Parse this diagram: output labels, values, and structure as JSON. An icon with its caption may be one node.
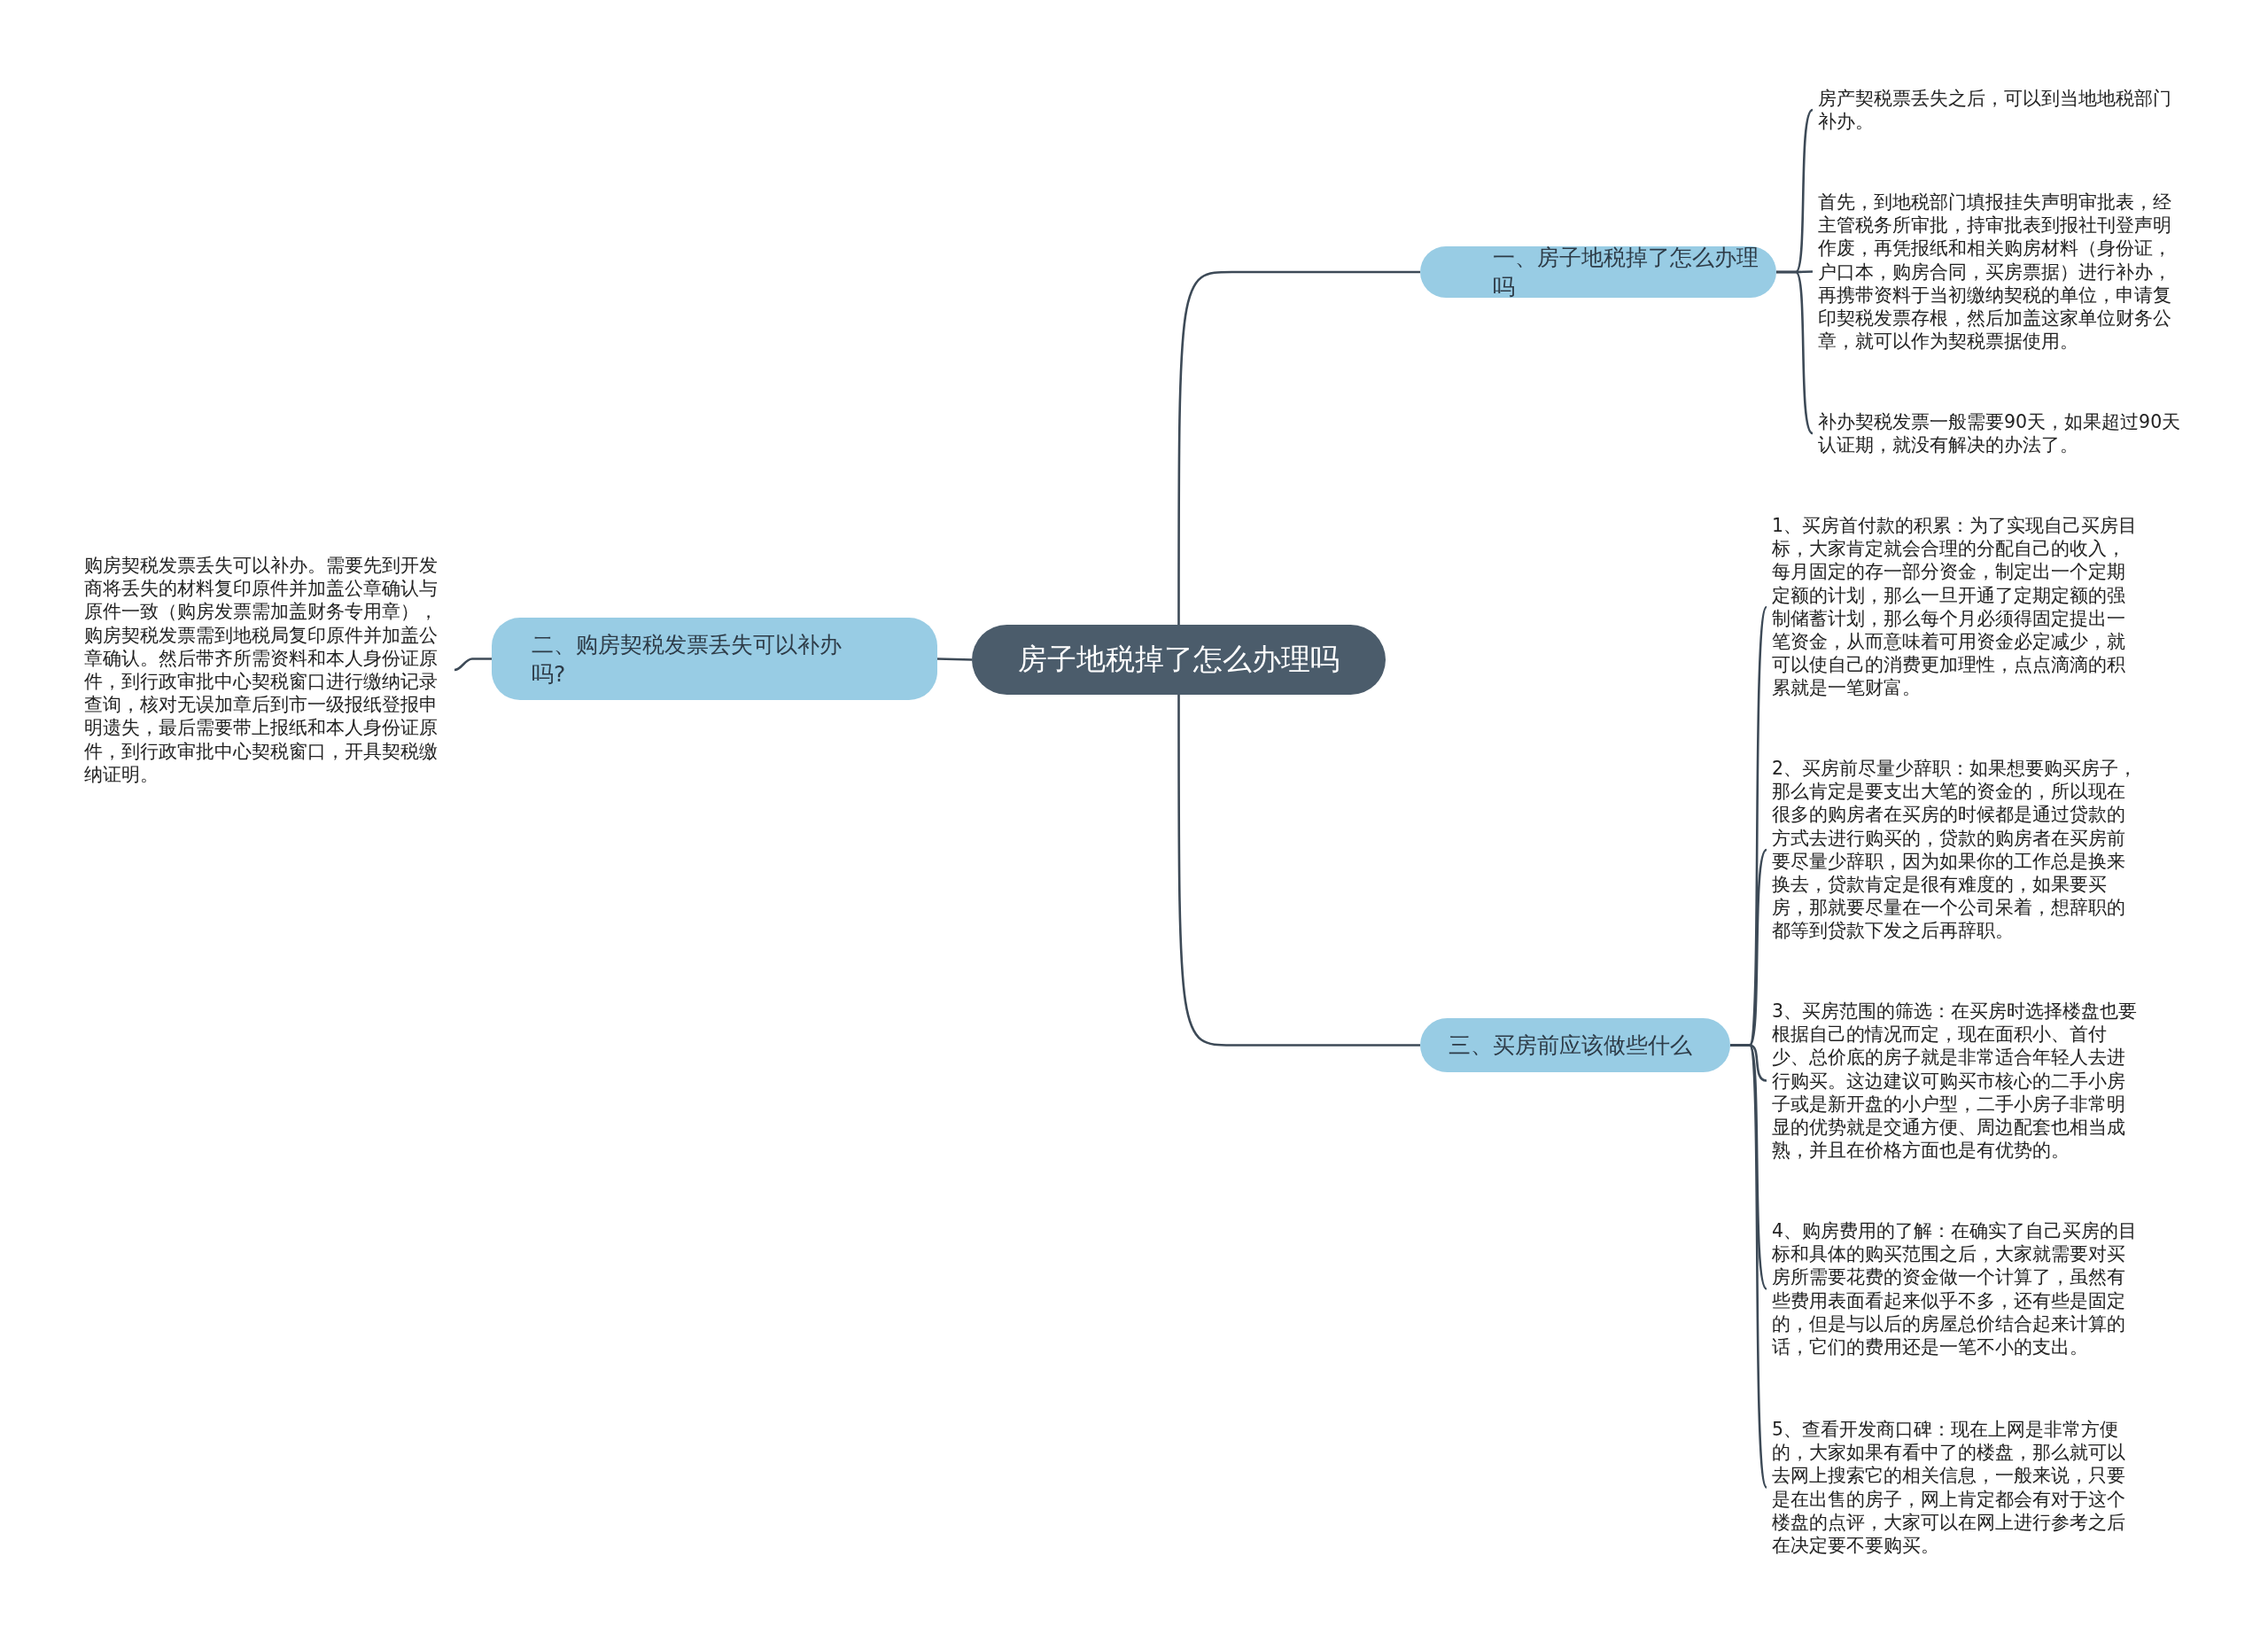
{
  "diagram": {
    "nodes": [
      {
        "text": [
          "房子地税掉了怎么办理吗"
        ]
      },
      {
        "text": [
          "一、房子地税掉了怎么办理吗"
        ]
      },
      {
        "text": [
          "房产契税票丢失之后，可以到当地地税部门补办。"
        ]
      },
      {
        "text": [
          "首先，到地税部门填报挂失声明审批表，经主管税务所审批，持审批表到报社刊登声明作废，再凭报纸和相关购房材料（身份证，户口本，购房合同，买房票据）进行补办，再携带资料于当初缴纳契税的单位，申请复印契税发票存根，然后加盖这家单位财务公章，就可以作为契税票据使用。"
        ]
      },
      {
        "text": [
          "补办契税发票一般需要90天，如果超过90天认证期，就没有解决的办法了。"
        ]
      },
      {
        "text": [
          "二、购房契税发票丢失可以补办吗?"
        ]
      },
      {
        "text": [
          "购房契税发票丢失可以补办。需要先到开发商将丢失的材料复印原件并加盖公章确认与原件一致（购房发票需加盖财务专用章），购房契税发票需到地税局复印原件并加盖公章确认。然后带齐所需资料和本人身份证原件，到行政审批中心契税窗口进行缴纳记录查询，核对无误加章后到市一级报纸登报申明遗失，最后需要带上报纸和本人身份证原件，到行政审批中心契税窗口，开具契税缴纳证明。"
        ]
      },
      {
        "text": [
          "三、买房前应该做些什么"
        ]
      },
      {
        "text": [
          " 1、买房首付款的积累：为了实现自己买房目标，大家肯定就会合理的分配自己的收入，每月固定的存一部分资金，制定出一个定期定额的计划，那么一旦开通了定期定额的强制储蓄计划，那么每个月必须得固定提出一笔资金，从而意味着可用资金必定减少，就可以使自己的消费更加理性，点点滴滴的积累就是一笔财富。"
        ]
      },
      {
        "text": [
          " 2、买房前尽量少辞职：如果想要购买房子，那么肯定是要支出大笔的资金的，所以现在很多的购房者在买房的时候都是通过贷款的方式去进行购买的，贷款的购房者在买房前要尽量少辞职，因为如果你的工作总是换来换去，贷款肯定是很有难度的，如果要买房，那就要尽量在一个公司呆着，想辞职的都等到贷款下发之后再辞职。"
        ]
      },
      {
        "text": [
          " 3、买房范围的筛选：在买房时选择楼盘也要根据自己的情况而定，现在面积小、首付少、总价底的房子就是非常适合年轻人去进行购买。这边建议可购买市核心的二手小房子或是新开盘的小户型，二手小房子非常明显的优势就是交通方便、周边配套也相当成熟，并且在价格方面也是有优势的。"
        ]
      },
      {
        "text": [
          " 4、购房费用的了解：在确实了自己买房的目标和具体的购买范围之后，大家就需要对买房所需要花费的资金做一个计算了，虽然有些费用表面看起来似乎不多，还有些是固定的，但是与以后的房屋总价结合起来计算的话，它们的费用还是一笔不小的支出。"
        ]
      },
      {
        "text": [
          " 5、查看开发商口碑：现在上网是非常方便的，大家如果有看中了的楼盘，那么就可以去网上搜索它的相关信息，一般来说，只要是在出售的房子，网上肯定都会有对于这个楼盘的点评，大家可以在网上进行参考之后在决定要不要购买。"
        ]
      }
    ],
    "edges": [
      {
        "from": 0,
        "to": 1,
        "arrow": "none"
      },
      {
        "from": 1,
        "to": 2,
        "arrow": "none"
      },
      {
        "from": 1,
        "to": 3,
        "arrow": "none"
      },
      {
        "from": 1,
        "to": 4,
        "arrow": "none"
      },
      {
        "from": 0,
        "to": 5,
        "arrow": "none"
      },
      {
        "from": 5,
        "to": 6,
        "arrow": "none"
      },
      {
        "from": 0,
        "to": 7,
        "arrow": "none"
      },
      {
        "from": 7,
        "to": 8,
        "arrow": "none"
      },
      {
        "from": 7,
        "to": 9,
        "arrow": "none"
      },
      {
        "from": 7,
        "to": 10,
        "arrow": "none"
      },
      {
        "from": 7,
        "to": 11,
        "arrow": "none"
      },
      {
        "from": 7,
        "to": 12,
        "arrow": "none"
      }
    ]
  }
}
